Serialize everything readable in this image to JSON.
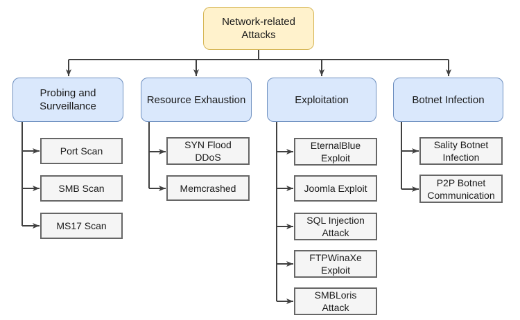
{
  "diagram": {
    "root": {
      "label": "Network-related\nAttacks"
    },
    "categories": [
      {
        "label": "Probing and\nSurveillance",
        "children": [
          {
            "label": "Port Scan"
          },
          {
            "label": "SMB Scan"
          },
          {
            "label": "MS17 Scan"
          }
        ]
      },
      {
        "label": "Resource Exhaustion",
        "children": [
          {
            "label": "SYN Flood\nDDoS"
          },
          {
            "label": "Memcrashed"
          }
        ]
      },
      {
        "label": "Exploitation",
        "children": [
          {
            "label": "EternalBlue\nExploit"
          },
          {
            "label": "Joomla Exploit"
          },
          {
            "label": "SQL Injection\nAttack"
          },
          {
            "label": "FTPWinaXe\nExploit"
          },
          {
            "label": "SMBLoris\nAttack"
          }
        ]
      },
      {
        "label": "Botnet Infection",
        "children": [
          {
            "label": "Sality Botnet\nInfection"
          },
          {
            "label": "P2P Botnet\nCommunication"
          }
        ]
      }
    ],
    "colors": {
      "background": "#ffffff",
      "text": "#1a1a1a",
      "root_fill": "#fff2cc",
      "root_stroke": "#d6b656",
      "category_fill": "#dae8fc",
      "category_stroke": "#6c8ebf",
      "leaf_fill": "#f5f5f5",
      "leaf_stroke": "#666666",
      "connector": "#404040"
    }
  }
}
